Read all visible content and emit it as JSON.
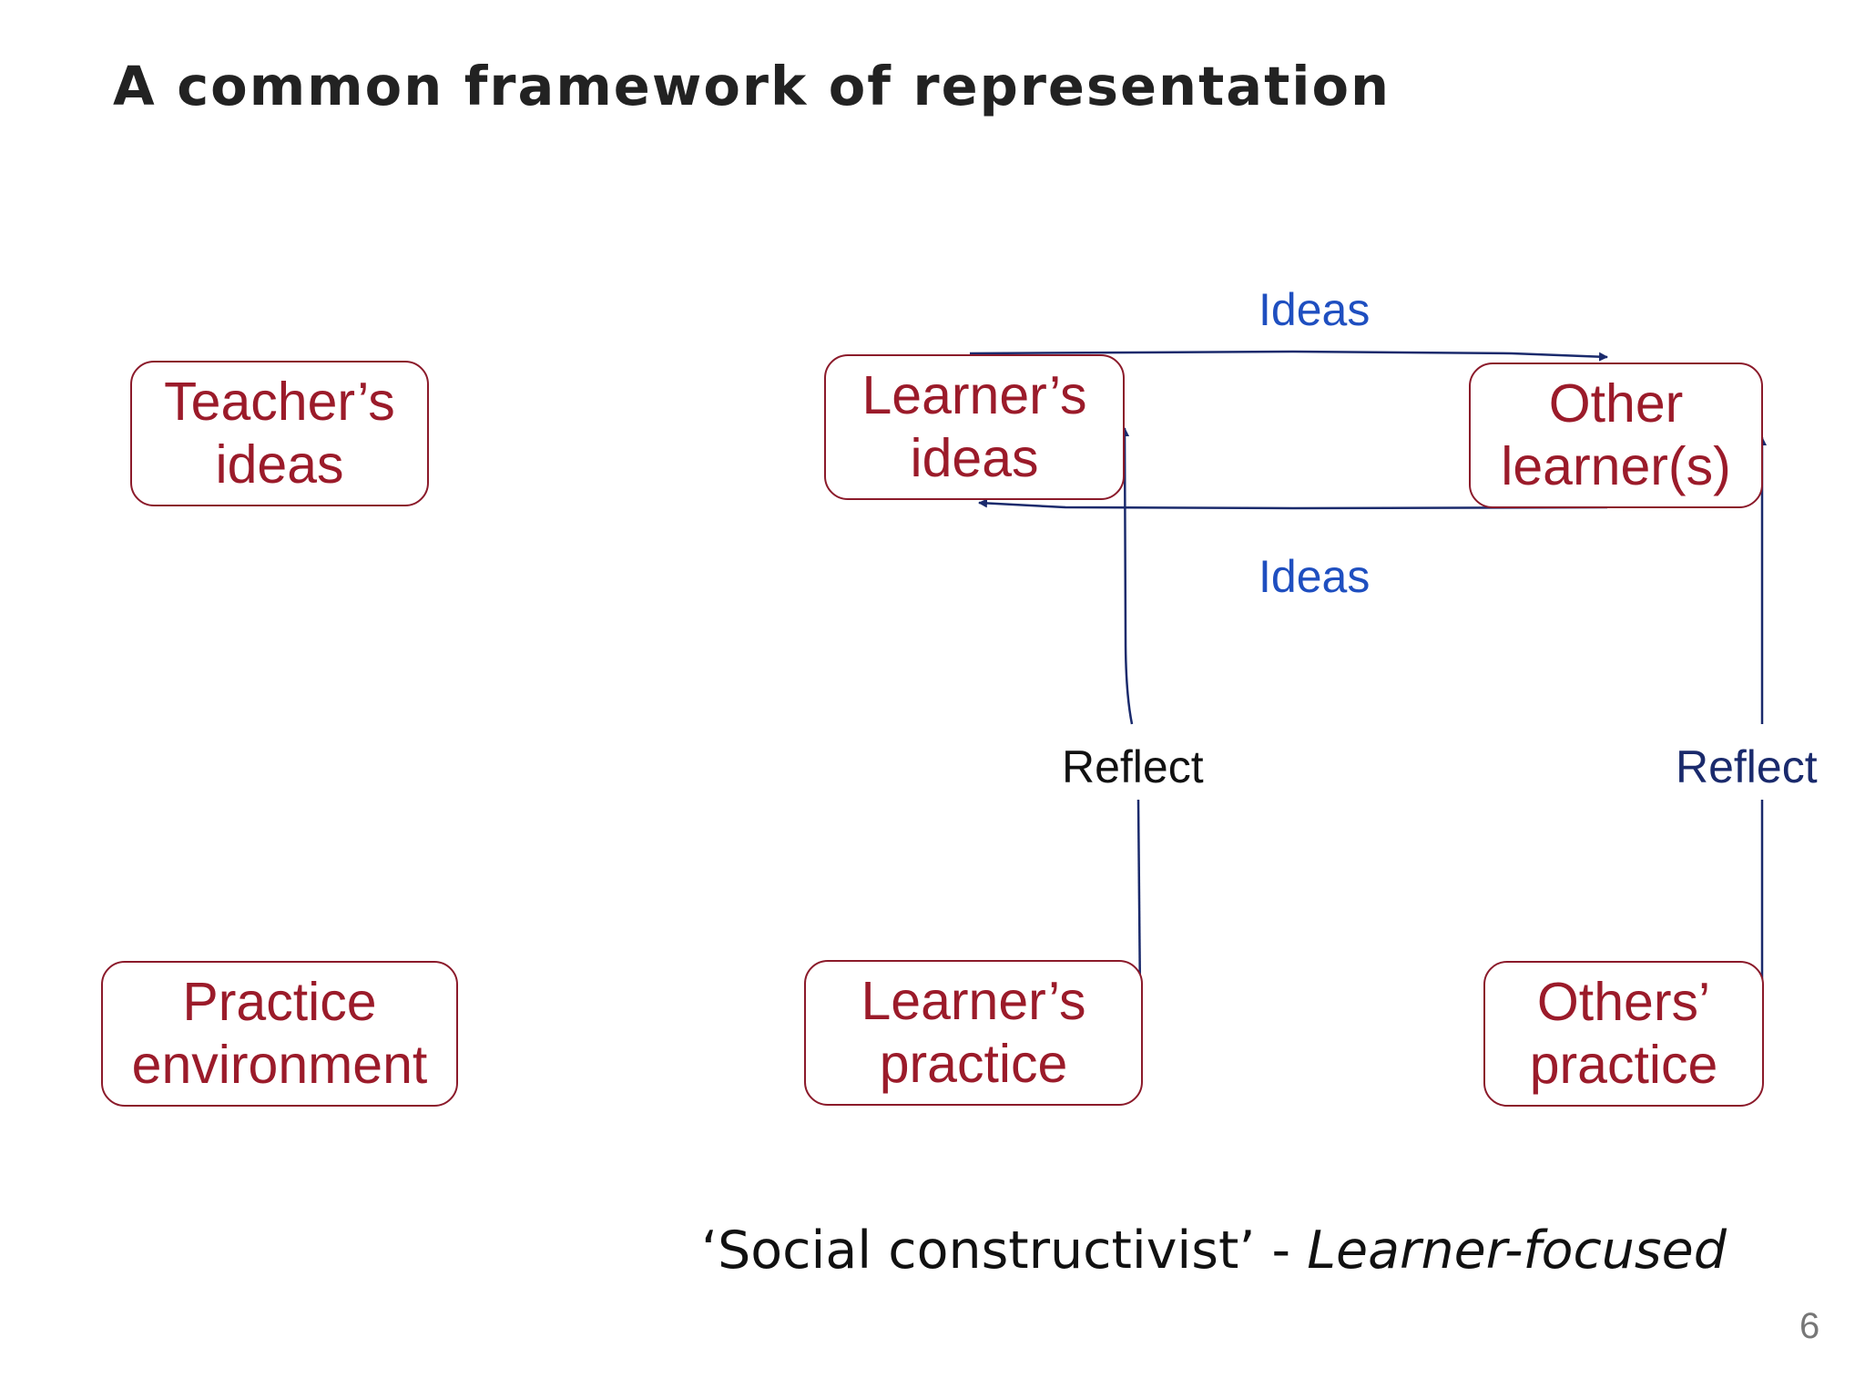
{
  "title": "A common framework of representation",
  "colors": {
    "box_border": "#8b1a2a",
    "box_text": "#9b1b2a",
    "arrow": "#1a2a6c",
    "ideas_label": "#1f4fc0",
    "reflect_left_label": "#111111",
    "reflect_right_label": "#1a2a6c"
  },
  "nodes": {
    "teachers_ideas": {
      "line1": "Teacher’s",
      "line2": "ideas"
    },
    "learners_ideas": {
      "line1": "Learner’s",
      "line2": "ideas"
    },
    "other_learners": {
      "line1": "Other",
      "line2": "learner(s)"
    },
    "practice_environment": {
      "line1": "Practice",
      "line2": "environment"
    },
    "learners_practice": {
      "line1": "Learner’s",
      "line2": "practice"
    },
    "others_practice": {
      "line1": "Others’",
      "line2": "practice"
    }
  },
  "edges": {
    "ideas_top": "Ideas",
    "ideas_bottom": "Ideas",
    "reflect_left": "Reflect",
    "reflect_right": "Reflect"
  },
  "caption": {
    "quoted": "‘Social constructivist’ - ",
    "italic": "Learner-focused"
  },
  "page_number": "6"
}
